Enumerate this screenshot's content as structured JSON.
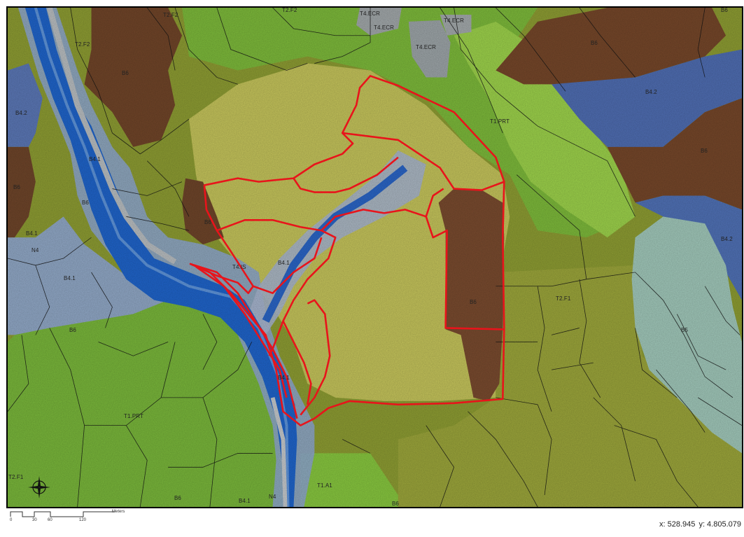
{
  "map": {
    "zone_labels": [
      {
        "text": "T2.F2"
      },
      {
        "text": "T2.F2"
      },
      {
        "text": "T2.F2"
      },
      {
        "text": "T4.ECR"
      },
      {
        "text": "T4.ECR"
      },
      {
        "text": "T4.ECR"
      },
      {
        "text": "T4.ECR"
      },
      {
        "text": "B6"
      },
      {
        "text": "B6"
      },
      {
        "text": "B4.2"
      },
      {
        "text": "B4.2"
      },
      {
        "text": "T1.PRT"
      },
      {
        "text": "B6"
      },
      {
        "text": "B4.1"
      },
      {
        "text": "B6"
      },
      {
        "text": "B6"
      },
      {
        "text": "B4.2"
      },
      {
        "text": "B4.1"
      },
      {
        "text": "T4.IS"
      },
      {
        "text": "B4.1"
      },
      {
        "text": "B6"
      },
      {
        "text": "T2.F1"
      },
      {
        "text": "B5"
      },
      {
        "text": "B6"
      },
      {
        "text": "B4.1"
      },
      {
        "text": "T1.PRT"
      },
      {
        "text": "T1.A1"
      },
      {
        "text": "T2.F1"
      },
      {
        "text": "B6"
      },
      {
        "text": "B4.1"
      },
      {
        "text": "N4"
      },
      {
        "text": "B6"
      },
      {
        "text": "B4.1"
      },
      {
        "text": "N4"
      },
      {
        "text": "B6"
      },
      {
        "text": "B6"
      }
    ],
    "colors": {
      "river": "#1f63c8",
      "river_buffer": "#8fa6c4",
      "b6_forest": "#74452a",
      "b42_zone": "#4f6fb0",
      "b5_zone": "#9fc4b8",
      "meadow": "#c4c35a",
      "green_field": "#7fba3a",
      "olive_field": "#8a9a30",
      "boundary_red": "#e8141b"
    }
  },
  "scale_bar": {
    "ticks": [
      "0",
      "30",
      "60",
      "120"
    ],
    "unit": "Meters"
  },
  "coordinates": {
    "x": "x: 528.945",
    "y": "y: 4.805.079"
  }
}
